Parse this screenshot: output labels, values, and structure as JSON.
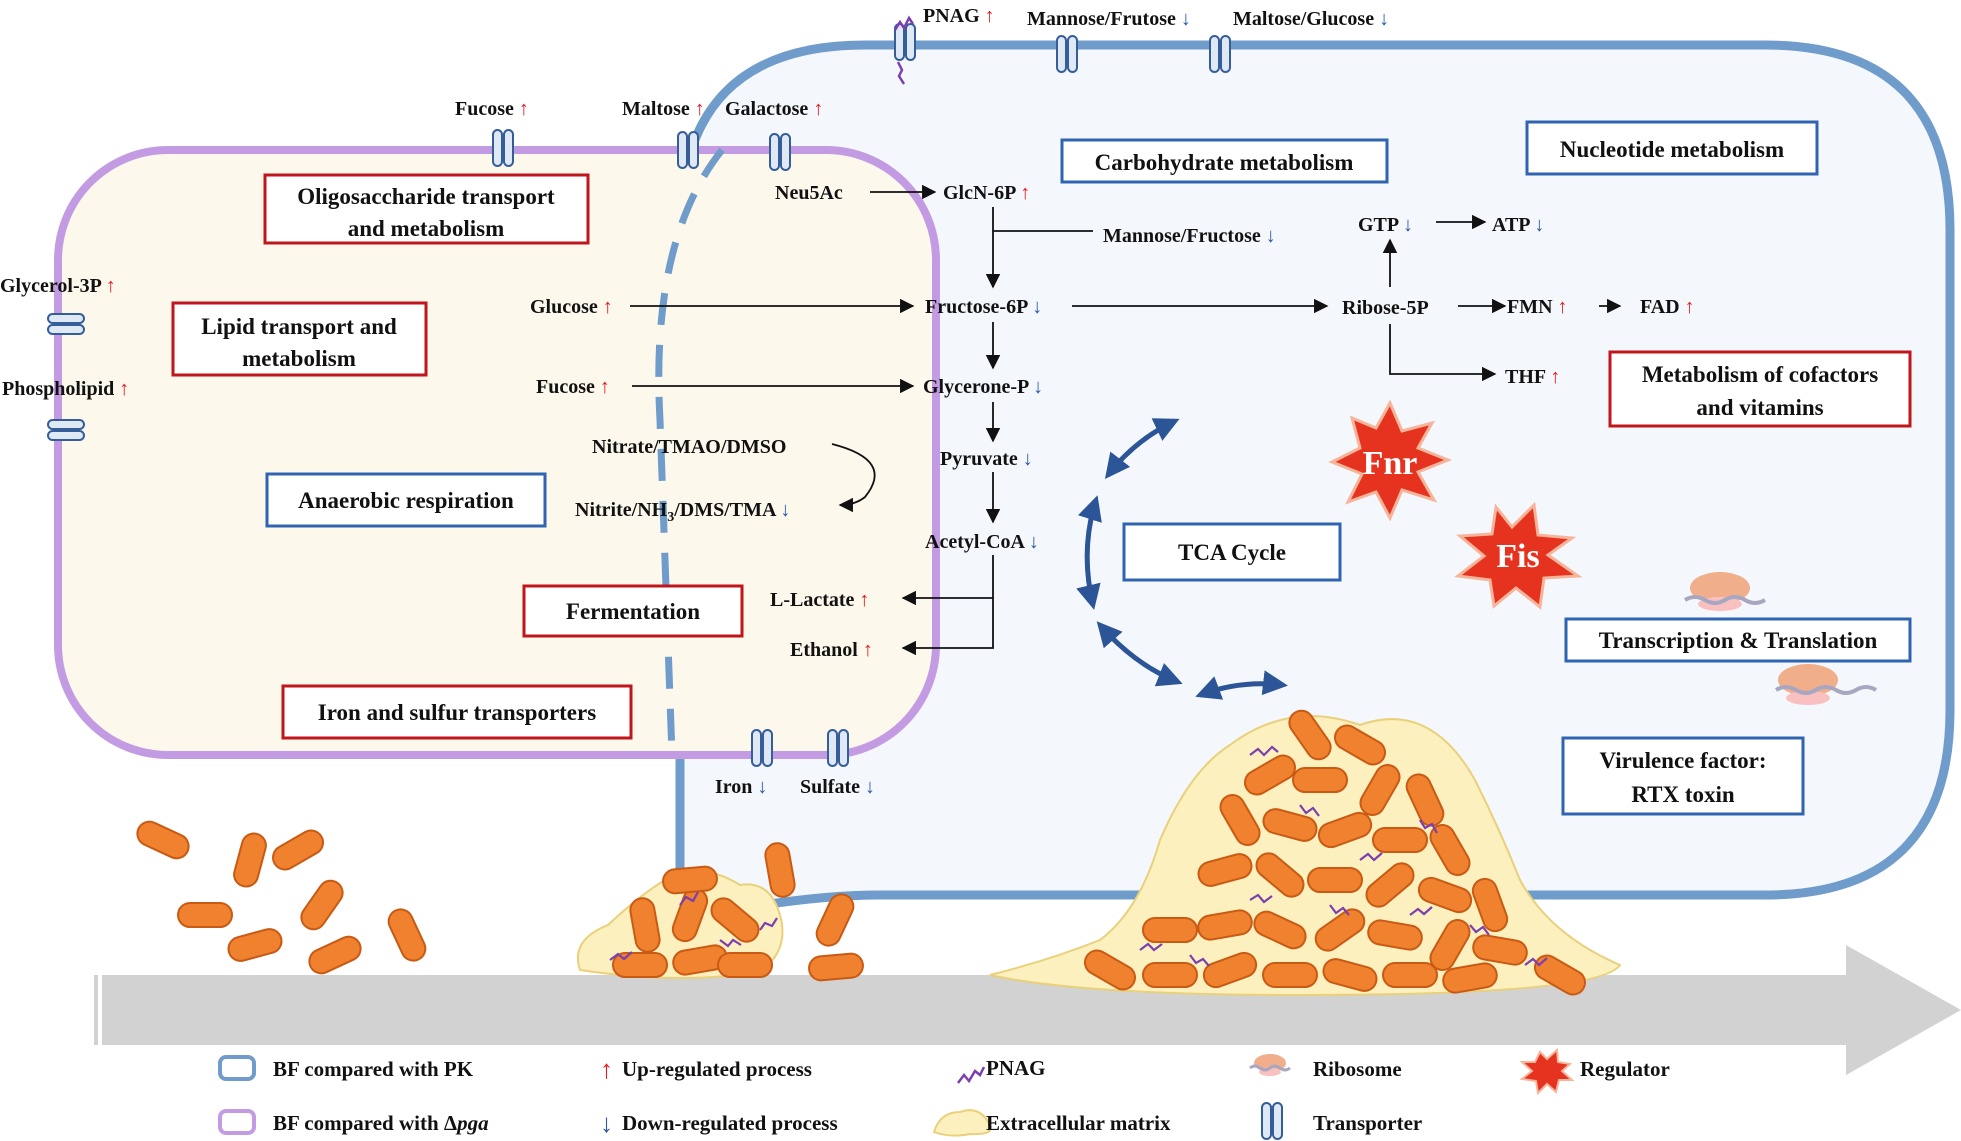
{
  "colors": {
    "bf_vs_pk": "#6f9ccb",
    "bf_vs_pga": "#c39be3",
    "up": "#e8171b",
    "down": "#2b58a5",
    "box_red": "#c0151b",
    "box_blue": "#2f64b0",
    "cell": "#f0822f",
    "matrix": "#fdf0bf",
    "pnag": "#7b3fb0",
    "regulator": "#e5331f",
    "tca_arrows": "#2c5597"
  },
  "membrane_molecules": {
    "pnag": "PNAG",
    "mannose_frutose": "Mannose/Frutose",
    "maltose_glucose": "Maltose/Glucose",
    "fucose": "Fucose",
    "maltose": "Maltose",
    "galactose": "Galactose",
    "glycerol_3p": "Glycerol-3P",
    "phospholipid": "Phospholipid",
    "iron": "Iron",
    "sulfate": "Sulfate"
  },
  "categories": {
    "oligosaccharide": [
      "Oligosaccharide transport",
      "and metabolism"
    ],
    "lipid": [
      "Lipid transport and",
      "metabolism"
    ],
    "anaerobic": "Anaerobic respiration",
    "fermentation": "Fermentation",
    "iron_sulfur": "Iron and sulfur transporters",
    "carbohydrate": "Carbohydrate metabolism",
    "nucleotide": "Nucleotide metabolism",
    "cofactors": [
      "Metabolism of cofactors",
      "and vitamins"
    ],
    "tca": "TCA Cycle",
    "transcription": "Transcription & Translation",
    "virulence": [
      "Virulence factor:",
      "RTX toxin"
    ]
  },
  "metabolites": {
    "neu5ac": "Neu5Ac",
    "glcn6p": "GlcN-6P",
    "mannose_fructose": "Mannose/Fructose",
    "glucose": "Glucose",
    "fructose6p": "Fructose-6P",
    "fucose": "Fucose",
    "glycerone_p": "Glycerone-P",
    "nitrate": "Nitrate/TMAO/DMSO",
    "nitrite_a": "Nitrite/NH",
    "nitrite_sub": "3",
    "nitrite_b": "/DMS/TMA",
    "pyruvate": "Pyruvate",
    "acetyl_coa": "Acetyl-CoA",
    "l_lactate": "L-Lactate",
    "ethanol": "Ethanol",
    "ribose5p": "Ribose-5P",
    "gtp": "GTP",
    "atp": "ATP",
    "fmn": "FMN",
    "fad": "FAD",
    "thf": "THF"
  },
  "regulators": {
    "fnr": "Fnr",
    "fis": "Fis"
  },
  "arrows": {
    "up": "↑",
    "down": "↓"
  },
  "legend": {
    "bf_pk": "BF compared with PK",
    "bf_pga_prefix": "BF compared with Δ",
    "bf_pga_italic": "pga",
    "up": "Up-regulated process",
    "down": "Down-regulated process",
    "pnag": "PNAG",
    "matrix": "Extracellular matrix",
    "ribosome": "Ribosome",
    "transporter": "Transporter",
    "regulator": "Regulator"
  }
}
